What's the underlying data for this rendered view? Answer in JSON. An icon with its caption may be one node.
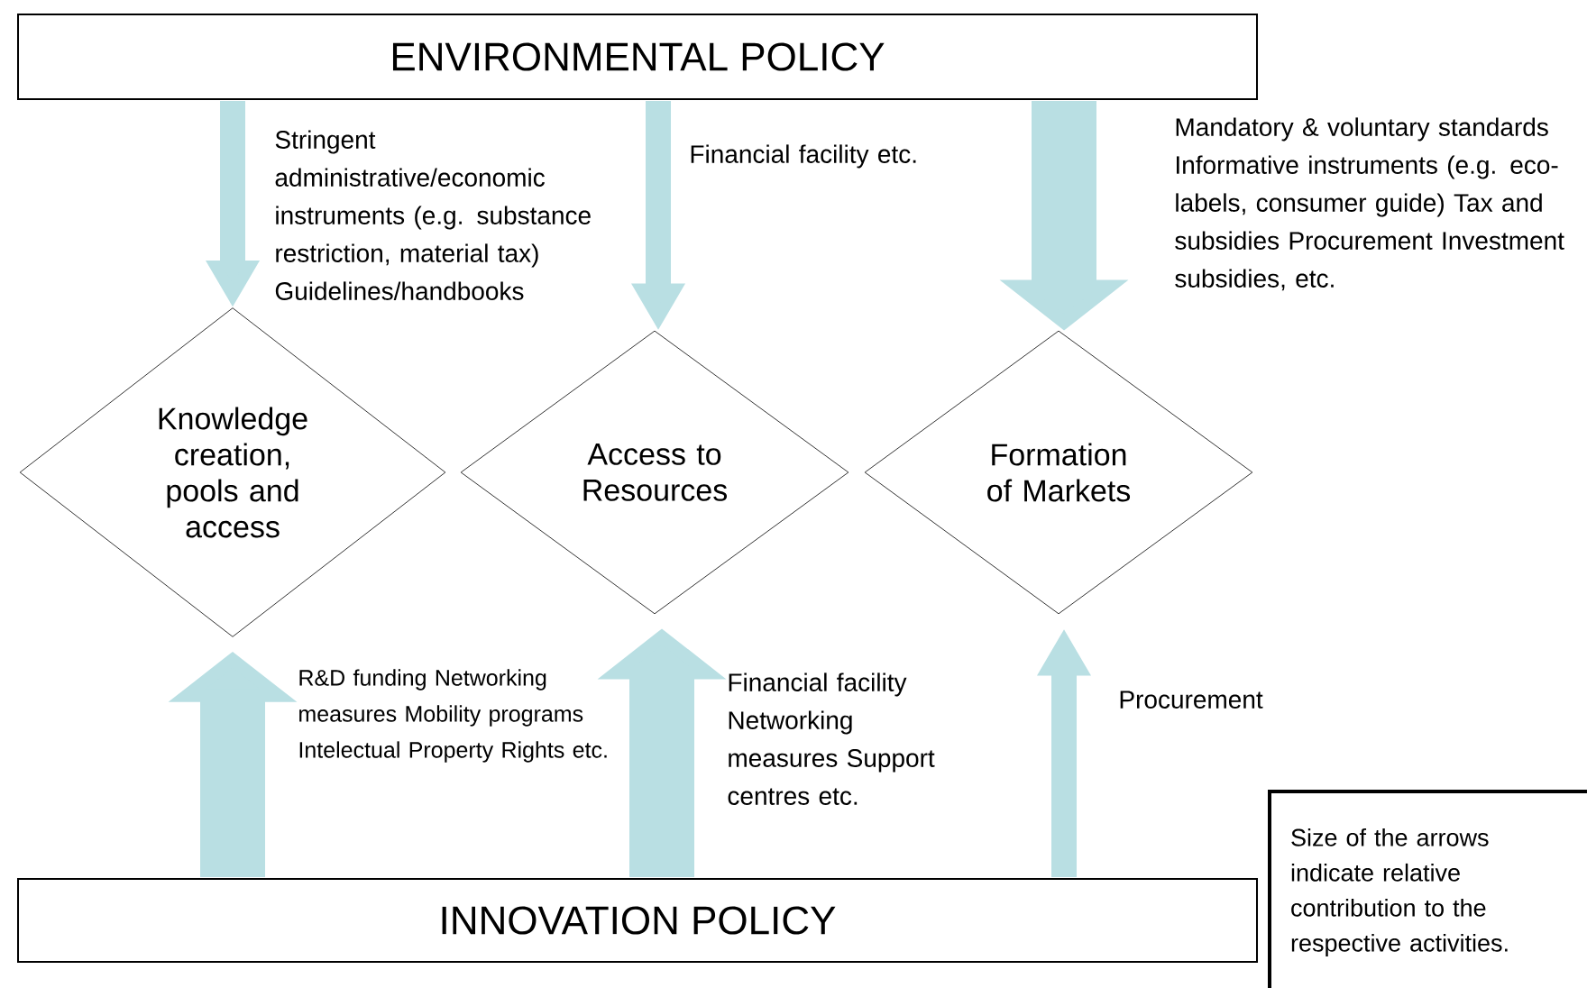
{
  "diagram": {
    "nodes": [
      {
        "text": [
          "ENVIRONMENTAL POLICY"
        ]
      },
      {
        "text": [
          "Knowledge creation, pools and access"
        ]
      },
      {
        "text": [
          "Access to Resources"
        ]
      },
      {
        "text": [
          "Formation of Markets"
        ]
      },
      {
        "text": [
          "INNOVATION POLICY"
        ]
      },
      {
        "text": [
          "Size of the arrows indicate relative contribution to the respective activities."
        ]
      }
    ],
    "edges": [
      {
        "from": 0,
        "to": 1,
        "arrow": "to",
        "label": "Stringent administrative/economic instruments (e.g. substance restriction, material tax) Guidelines/handbooks"
      },
      {
        "from": 0,
        "to": 2,
        "arrow": "to",
        "label": "Financial facility etc."
      },
      {
        "from": 0,
        "to": 3,
        "arrow": "to",
        "style": "thick",
        "label": "Mandatory & voluntary standards Informative instruments (e.g. eco-labels, consumer guide) Tax and subsidies Procurement Investment subsidies, etc."
      },
      {
        "from": 4,
        "to": 1,
        "arrow": "to",
        "style": "thick",
        "label": "R&D funding Networking measures Mobility programs Intelectual Property Rights etc."
      },
      {
        "from": 4,
        "to": 2,
        "arrow": "to",
        "style": "thick",
        "label": "Financial facility Networking measures Support centres etc."
      },
      {
        "from": 4,
        "to": 3,
        "arrow": "to",
        "label": "Procurement"
      }
    ]
  }
}
